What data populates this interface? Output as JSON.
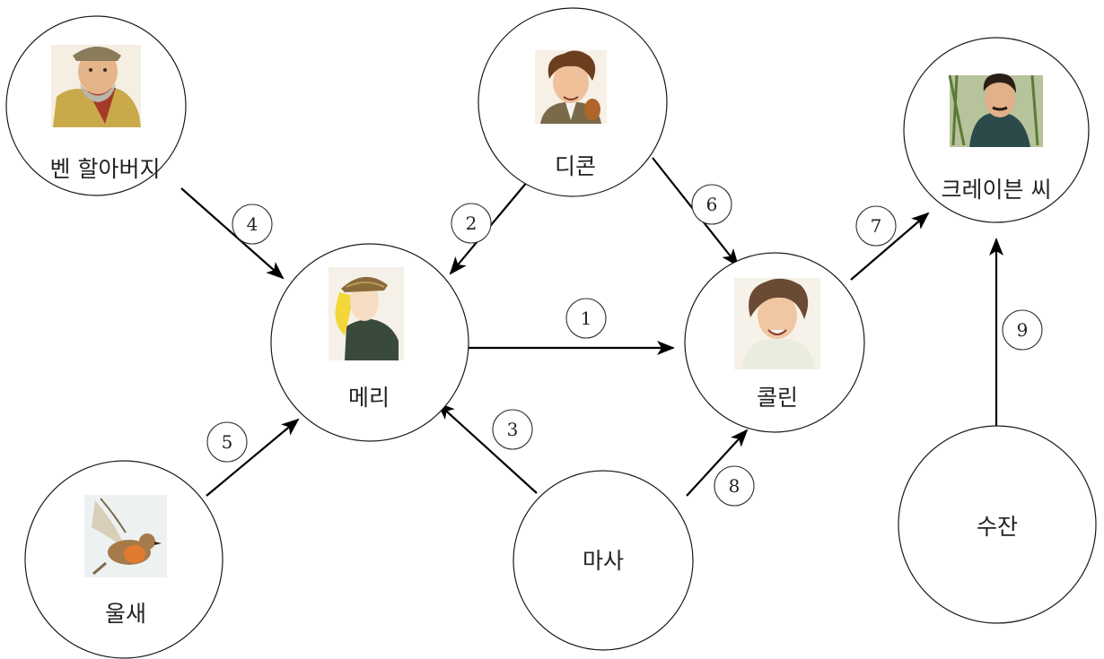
{
  "nodes": {
    "mary": {
      "label": "메리",
      "icon": "girl-with-hat-portrait-icon"
    },
    "colin": {
      "label": "콜린",
      "icon": "curly-haired-boy-portrait-icon"
    },
    "dickon": {
      "label": "디콘",
      "icon": "boy-with-squirrel-portrait-icon"
    },
    "ben": {
      "label": "벤 할아버지",
      "icon": "old-gardener-portrait-icon"
    },
    "robin": {
      "label": "울새",
      "icon": "robin-bird-icon"
    },
    "martha": {
      "label": "마사"
    },
    "craven": {
      "label": "크레이븐 씨",
      "icon": "man-in-garden-portrait-icon"
    },
    "susan": {
      "label": "수잔"
    }
  },
  "edges": [
    {
      "num": "1",
      "from": "mary",
      "to": "colin"
    },
    {
      "num": "2",
      "from": "dickon",
      "to": "mary"
    },
    {
      "num": "3",
      "from": "martha",
      "to": "mary"
    },
    {
      "num": "4",
      "from": "ben",
      "to": "mary"
    },
    {
      "num": "5",
      "from": "robin",
      "to": "mary"
    },
    {
      "num": "6",
      "from": "dickon",
      "to": "colin"
    },
    {
      "num": "7",
      "from": "colin",
      "to": "craven"
    },
    {
      "num": "8",
      "from": "martha",
      "to": "colin"
    },
    {
      "num": "9",
      "from": "susan",
      "to": "craven"
    }
  ]
}
